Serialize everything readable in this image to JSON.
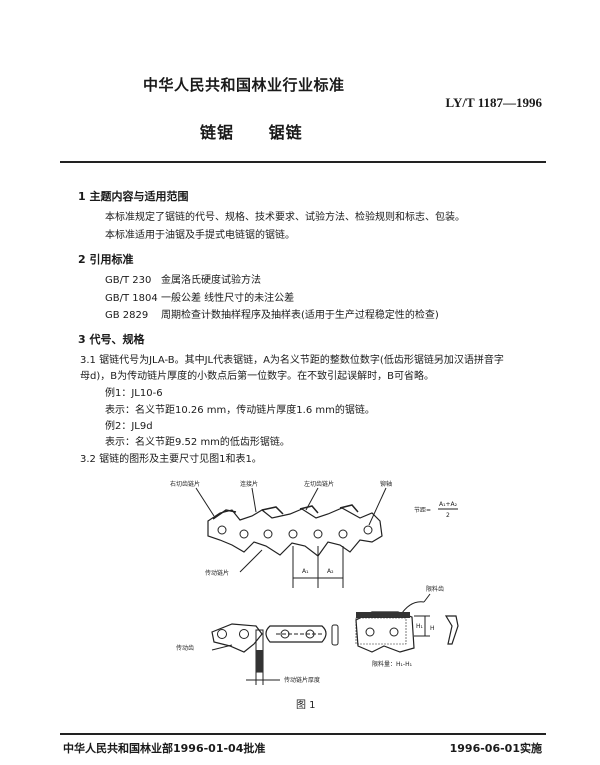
{
  "header": {
    "org": "中华人民共和国林业行业标准",
    "std_no": "LY/T 1187—1996",
    "title": "链锯   锯链"
  },
  "sections": {
    "s1": {
      "heading": "1  主题内容与适用范围",
      "p1": "本标准规定了锯链的代号、规格、技术要求、试验方法、检验规则和标志、包装。",
      "p2": "本标准适用于油锯及手提式电链锯的锯链。"
    },
    "s2": {
      "heading": "2  引用标准",
      "refs": [
        {
          "code": "GB/T 230",
          "title": "金属洛氏硬度试验方法"
        },
        {
          "code": "GB/T 1804",
          "title": "一般公差  线性尺寸的未注公差"
        },
        {
          "code": "GB 2829",
          "title": "周期检查计数抽样程序及抽样表(适用于生产过程稳定性的检查)"
        }
      ]
    },
    "s3": {
      "heading": "3  代号、规格",
      "c31_line1": "3.1   锯链代号为JLA-B。其中JL代表锯链，A为名义节距的整数位数字(低齿形锯链另加汉语拼音字",
      "c31_line2": "母d)，B为传动链片厚度的小数点后第一位数字。在不致引起误解时，B可省略。",
      "ex1_label": "例1：JL10-6",
      "ex1_desc": "表示：名义节距10.26 mm，传动链片厚度1.6 mm的锯链。",
      "ex2_label": "例2：JL9d",
      "ex2_desc": "表示：名义节距9.52 mm的低齿形锯链。",
      "c32": "3.2   锯链的图形及主要尺寸见图1和表1。"
    }
  },
  "figure": {
    "labels": {
      "right_cutter": "右切齿链片",
      "tie_strap": "连接片",
      "left_cutter": "左切齿链片",
      "rivet": "铆轴",
      "pitch_formula": "节距=",
      "pitch_num": "A₁+A₂",
      "pitch_den": "2",
      "drive_link": "传动链片",
      "a1": "A₁",
      "a2": "A₂",
      "depth_gauge": "限料齿",
      "drive_tooth": "传动齿",
      "drive_thickness": "传动链片厚度",
      "h1": "H₁",
      "h": "H",
      "depth_formula": "限料量：H₁-H₁"
    },
    "caption": "图 1"
  },
  "footer": {
    "issuer": "中华人民共和国林业部1996-01-04批准",
    "effective": "1996-06-01实施"
  }
}
